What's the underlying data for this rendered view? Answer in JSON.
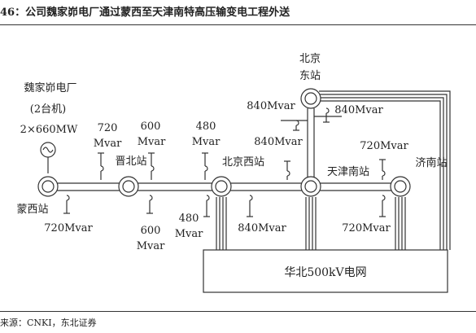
{
  "header": {
    "title": "46：公司魏家峁电厂通过蒙西至天津南特高压输变电工程外送"
  },
  "footer": {
    "source": "来源：CNKI，东北证券"
  },
  "diagram": {
    "plant": {
      "name": "魏家峁电厂",
      "units": "(2台机)",
      "capacity": "2×660MW"
    },
    "stations": {
      "mengxi": "蒙西站",
      "jinbei": "晋北站",
      "beijing_west": "北京西站",
      "tianjin_south": "天津南站",
      "jinan": "济南站",
      "beijing_east_line1": "北京",
      "beijing_east_line2": "东站"
    },
    "grid_box": "华北500kV电网",
    "compensation": {
      "mengxi_below": "720Mvar",
      "jinbei_above_num": "720",
      "jinbei_above_unit": "Mvar",
      "jinbei_above2_num": "600",
      "jinbei_above2_unit": "Mvar",
      "jinbei_below_num": "600",
      "jinbei_below_unit": "Mvar",
      "bjwest_above_num": "480",
      "bjwest_above_unit": "Mvar",
      "bjwest_below_num": "480",
      "bjwest_below_unit": "Mvar",
      "bjwest_right_below": "840Mvar",
      "tianjin_above": "840Mvar",
      "bjeast_left": "840Mvar",
      "bjeast_right": "840Mvar",
      "jinan_above": "720Mvar",
      "jinan_below": "720Mvar"
    }
  }
}
